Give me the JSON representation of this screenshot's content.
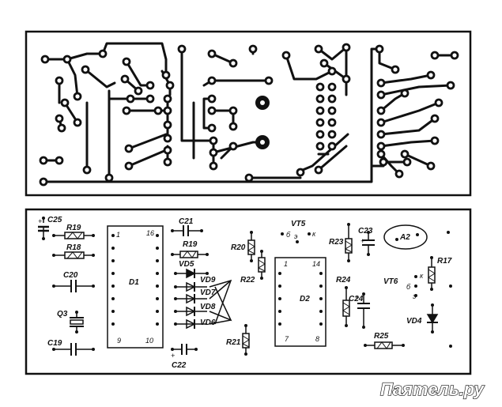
{
  "watermark": "Паяmель.ру",
  "components": {
    "C25": "C25",
    "R19a": "R19",
    "R18": "R18",
    "C20": "C20",
    "Q3": "Q3",
    "C19": "C19",
    "D1": "D1",
    "C21": "C21",
    "R19b": "R19",
    "VD5": "VD5",
    "VD9": "VD9",
    "VD7": "VD7",
    "VD8": "VD8",
    "VD6": "VD6",
    "C22": "C22",
    "R20": "R20",
    "R22": "R22",
    "R21": "R21",
    "VT5": "VT5",
    "D2": "D2",
    "R23": "R23",
    "C23": "C23",
    "R24": "R24",
    "C24": "C24",
    "R25": "R25",
    "A2": "A2",
    "VT6": "VT6",
    "R17": "R17",
    "VD4": "VD4"
  },
  "pins": {
    "d1_1": "1",
    "d1_16": "16",
    "d1_9": "9",
    "d1_10": "10",
    "d2_1": "1",
    "d2_14": "14",
    "d2_7": "7",
    "d2_8": "8"
  },
  "transistor_pins": {
    "vt5_b": "б",
    "vt5_e": "э",
    "vt5_k": "к",
    "vt6_k": "к",
    "vt6_b": "б",
    "vt6_e": "э"
  },
  "polarity": {
    "c25": "+",
    "c23": "+",
    "c22": "+",
    "c24": "+"
  }
}
